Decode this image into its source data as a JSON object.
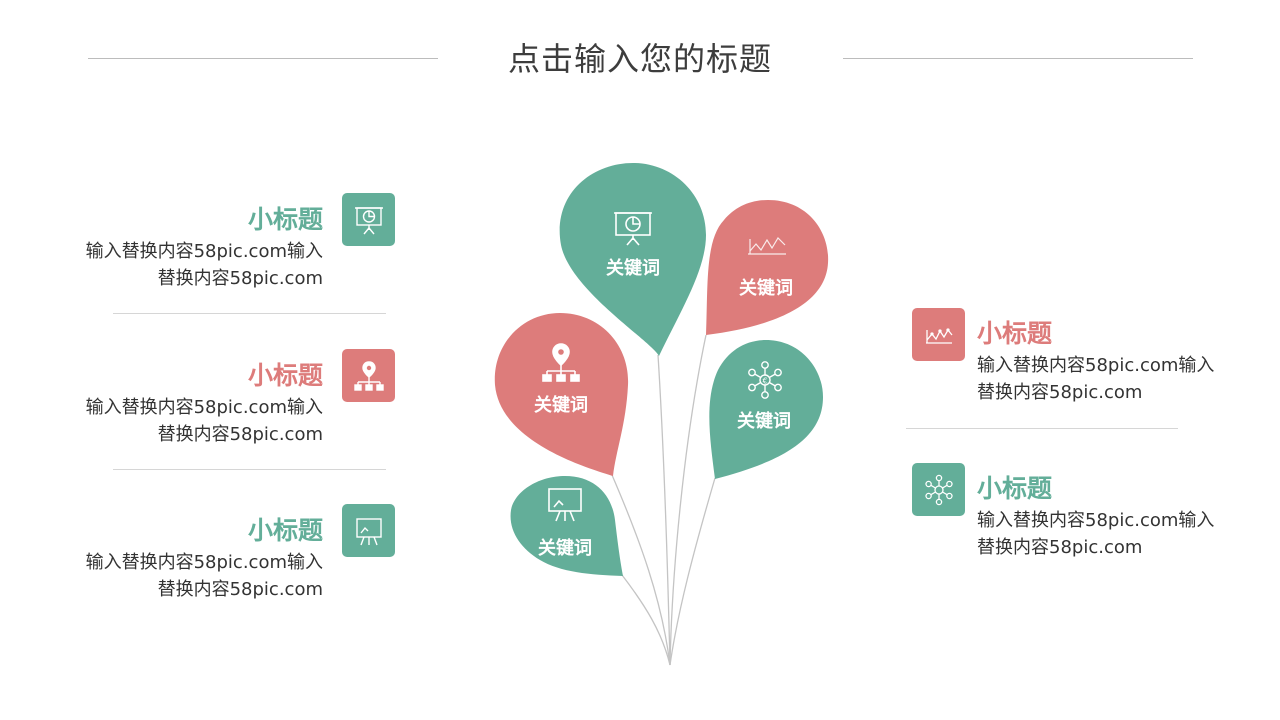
{
  "title": "点击输入您的标题",
  "colors": {
    "green": "#63ae99",
    "pink": "#dd7c7b",
    "line": "#c4c4c4",
    "text": "#333333"
  },
  "left_items": [
    {
      "subtitle": "小标题",
      "desc": "输入替换内容58pic.com输入替换内容58pic.com",
      "color": "green",
      "icon": "presentation-chart-icon"
    },
    {
      "subtitle": "小标题",
      "desc": "输入替换内容58pic.com输入替换内容58pic.com",
      "color": "pink",
      "icon": "location-network-icon"
    },
    {
      "subtitle": "小标题",
      "desc": "输入替换内容58pic.com输入替换内容58pic.com",
      "color": "green",
      "icon": "easel-icon"
    }
  ],
  "right_items": [
    {
      "subtitle": "小标题",
      "desc": "输入替换内容58pic.com输入替换内容58pic.com",
      "color": "pink",
      "icon": "line-chart-icon"
    },
    {
      "subtitle": "小标题",
      "desc": "输入替换内容58pic.com输入替换内容58pic.com",
      "color": "green",
      "icon": "molecule-network-icon"
    }
  ],
  "balloons": [
    {
      "label": "关键词",
      "color": "green",
      "icon": "presentation-chart-icon"
    },
    {
      "label": "关键词",
      "color": "pink",
      "icon": "line-chart-icon"
    },
    {
      "label": "关键词",
      "color": "pink",
      "icon": "location-network-icon"
    },
    {
      "label": "关键词",
      "color": "green",
      "icon": "molecule-network-icon"
    },
    {
      "label": "关键词",
      "color": "green",
      "icon": "easel-icon"
    }
  ]
}
